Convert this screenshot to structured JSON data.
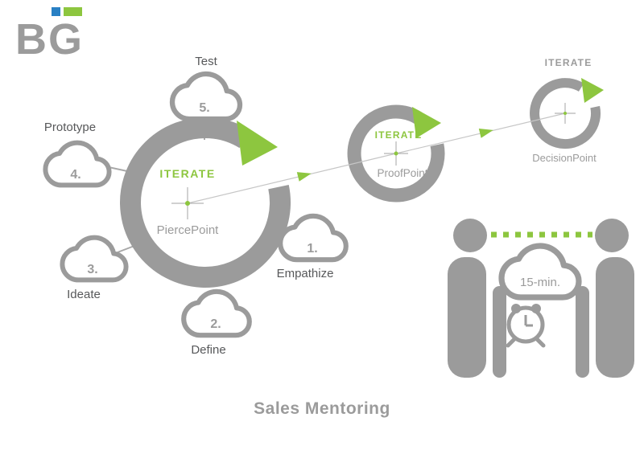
{
  "brand": {
    "name": "BG"
  },
  "title": "Sales Mentoring",
  "diagram": {
    "stages": {
      "pierce": {
        "iterate_label": "ITERATE",
        "name": "PiercePoint"
      },
      "proof": {
        "iterate_label": "ITERATE",
        "name": "ProofPoint"
      },
      "decision": {
        "iterate_label": "ITERATE",
        "name": "DecisionPoint"
      }
    },
    "steps": {
      "empathize": {
        "number": "1.",
        "label": "Empathize"
      },
      "define": {
        "number": "2.",
        "label": "Define"
      },
      "ideate": {
        "number": "3.",
        "label": "Ideate"
      },
      "prototype": {
        "number": "4.",
        "label": "Prototype"
      },
      "test": {
        "number": "5.",
        "label": "Test"
      }
    }
  },
  "meeting": {
    "duration": "15-min."
  },
  "colors": {
    "gray": "#9b9b9b",
    "green": "#8dc63f",
    "blue": "#2980c4",
    "label_dark": "#57585a"
  }
}
